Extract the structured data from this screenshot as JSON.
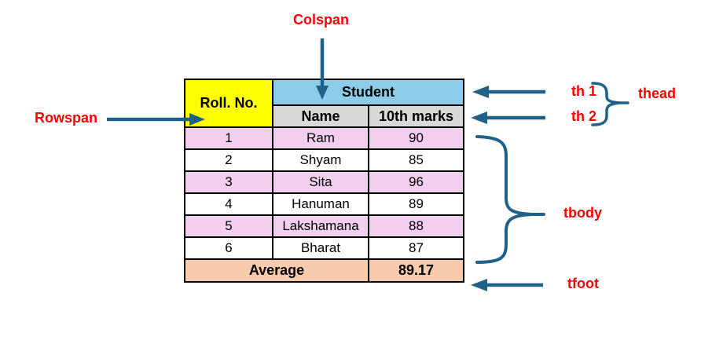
{
  "annotations": {
    "colspan": "Colspan",
    "rowspan": "Rowspan",
    "th1": "th 1",
    "th2": "th 2",
    "thead": "thead",
    "tbody": "tbody",
    "tfoot": "tfoot"
  },
  "table": {
    "header": {
      "rowspan_cell": "Roll. No.",
      "colspan_cell": "Student",
      "sub_headers": [
        "Name",
        "10th marks"
      ]
    },
    "rows": [
      {
        "roll": "1",
        "name": "Ram",
        "marks": "90"
      },
      {
        "roll": "2",
        "name": "Shyam",
        "marks": "85"
      },
      {
        "roll": "3",
        "name": "Sita",
        "marks": "96"
      },
      {
        "roll": "4",
        "name": "Hanuman",
        "marks": "89"
      },
      {
        "roll": "5",
        "name": "Lakshamana",
        "marks": "88"
      },
      {
        "roll": "6",
        "name": "Bharat",
        "marks": "87"
      }
    ],
    "footer": {
      "label": "Average",
      "value": "89.17"
    }
  },
  "colors": {
    "label": "#ff0000",
    "arrow": "#20618a",
    "border": "#000000",
    "rollBg": "#ffff00",
    "studentBg": "#8ecde9",
    "subBg": "#d9d9d9",
    "oddBg": "#f2ceef",
    "evenBg": "#ffffff",
    "footBg": "#f8cbad"
  }
}
